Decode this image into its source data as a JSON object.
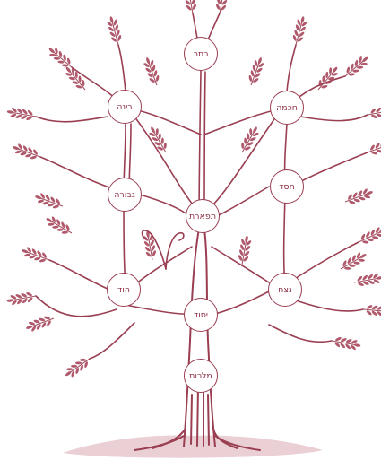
{
  "colors": {
    "ink": "#9a3f52",
    "leaf": "#a8475b",
    "ground": "#c98c99",
    "background": "#ffffff"
  },
  "sefirot": {
    "keter": "כתר",
    "binah": "בינה",
    "chochmah": "חכמה",
    "gevurah": "גבורה",
    "tiferet": "תפארת",
    "chesed": "חסד",
    "hod": "הוד",
    "netzach": "נצח",
    "yesod": "יסוד",
    "malchut": "מלכות"
  }
}
